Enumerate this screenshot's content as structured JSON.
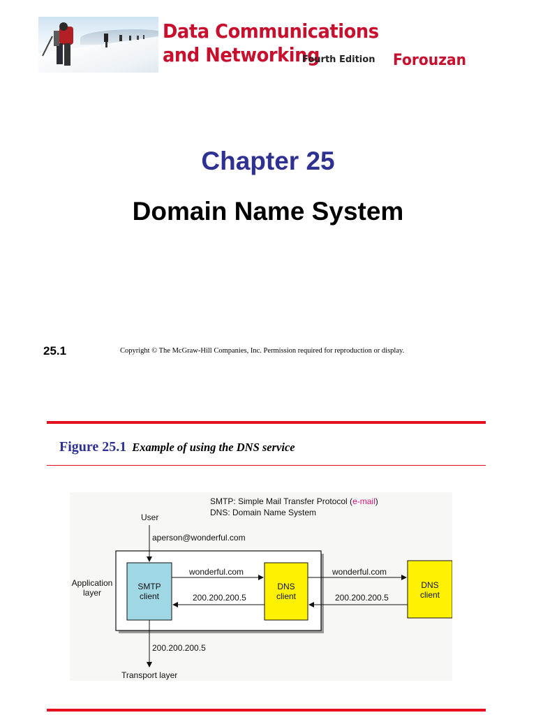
{
  "banner": {
    "title_line1": "Data Communications",
    "title_line2": "and Networking",
    "edition": "Fourth Edition",
    "author": "Forouzan",
    "photo_icon": "mountain-climbers-photo"
  },
  "slide1": {
    "chapter": "Chapter 25",
    "subtitle": "Domain Name System",
    "slide_number": "25.1",
    "copyright": "Copyright © The McGraw-Hill Companies, Inc. Permission required for reproduction or display."
  },
  "figure": {
    "number": "Figure 25.1",
    "caption": "Example of using the DNS service",
    "legend_smtp_prefix": "SMTP: Simple Mail Transfer Protocol (",
    "legend_smtp_link": "e-mail",
    "legend_smtp_suffix": ")",
    "legend_dns": "DNS: Domain Name System",
    "user": "User",
    "user_input": "aperson@wonderful.com",
    "app_layer_line1": "Application",
    "app_layer_line2": "layer",
    "smtp_client_line1": "SMTP",
    "smtp_client_line2": "client",
    "dns_client_line1": "DNS",
    "dns_client_line2": "client",
    "dns_server_line1": "DNS",
    "dns_server_line2": "client",
    "query_inner": "wonderful.com",
    "reply_inner": "200.200.200.5",
    "query_outer": "wonderful.com",
    "reply_outer": "200.200.200.5",
    "to_transport": "200.200.200.5",
    "transport_layer": "Transport layer"
  },
  "colors": {
    "accent_red": "#e4101f",
    "title_blue": "#2e3192",
    "smtp_box": "#9fd8e4",
    "dns_box": "#fff200"
  }
}
